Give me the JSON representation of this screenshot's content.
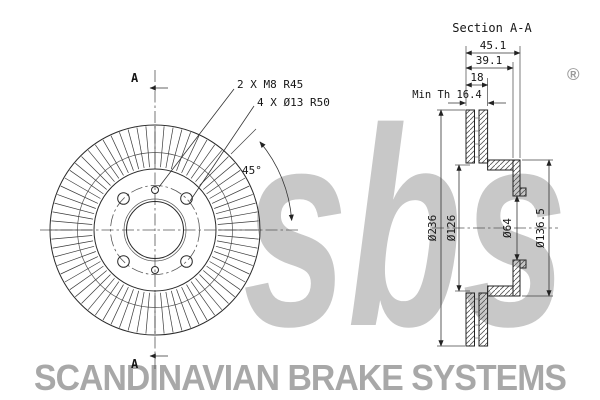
{
  "brand": {
    "logo_text": "sbs",
    "registered_mark": "®",
    "footer_text": "SCANDINAVIAN BRAKE SYSTEMS"
  },
  "front_view": {
    "thread_hole_note": "2 X M8 R45",
    "bolt_hole_note": "4 X Ø13 R50",
    "hole_angle": "45°",
    "section_label_top": "A",
    "section_label_bottom": "A"
  },
  "section_view": {
    "title": "Section A-A",
    "overall_width": "45.1",
    "hat_depth": "39.1",
    "disc_thickness": "18",
    "min_thickness": "Min Th 16.4",
    "outer_diameter": "Ø236",
    "vent_inner_diameter": "Ø126",
    "center_bore": "Ø64",
    "hat_diameter": "Ø136.5"
  }
}
